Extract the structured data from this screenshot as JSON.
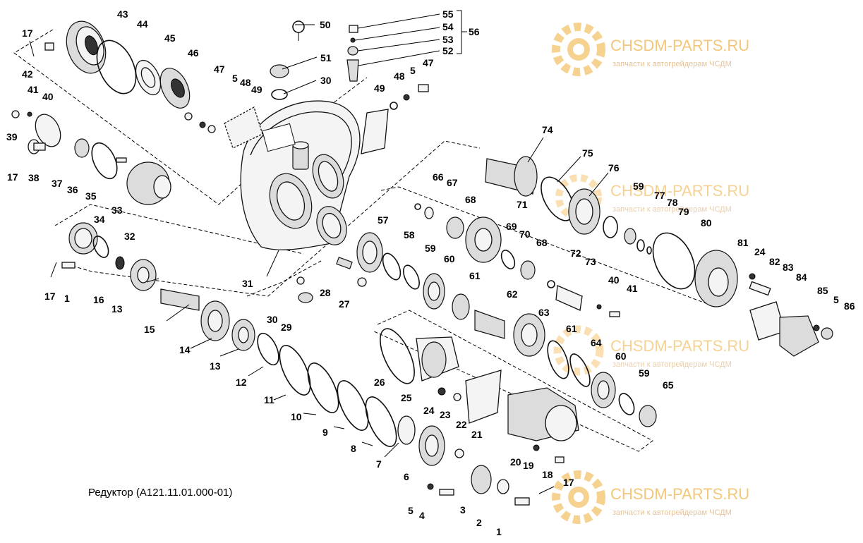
{
  "caption": "Редуктор (А121.11.01.000-01)",
  "watermark": {
    "brand": "CHSDM-PARTS.RU",
    "tagline": "запчасти к автогрейдерам ЧСДМ",
    "brand_color": "#f3c77a",
    "tagline_color": "#e4c39a",
    "logo_color": "#f6d291"
  },
  "labels": {
    "l1a": "1",
    "l1b": "1",
    "l2": "2",
    "l3": "3",
    "l4": "4",
    "l5a": "5",
    "l5b": "5",
    "l5c": "5",
    "l5d": "5",
    "l6": "6",
    "l7": "7",
    "l8": "8",
    "l9": "9",
    "l10": "10",
    "l11": "11",
    "l12": "12",
    "l13a": "13",
    "l13b": "13",
    "l14": "14",
    "l15": "15",
    "l16": "16",
    "l17a": "17",
    "l17b": "17",
    "l17c": "17",
    "l17d": "17",
    "l18": "18",
    "l19": "19",
    "l20": "20",
    "l21": "21",
    "l22": "22",
    "l23": "23",
    "l24a": "24",
    "l24b": "24",
    "l25": "25",
    "l26": "26",
    "l27": "27",
    "l28": "28",
    "l29": "29",
    "l30a": "30",
    "l30b": "30",
    "l31": "31",
    "l32": "32",
    "l33": "33",
    "l34": "34",
    "l35": "35",
    "l36": "36",
    "l37": "37",
    "l38": "38",
    "l39": "39",
    "l40a": "40",
    "l40b": "40",
    "l41a": "41",
    "l41b": "41",
    "l42": "42",
    "l43": "43",
    "l44": "44",
    "l45": "45",
    "l46": "46",
    "l47a": "47",
    "l47b": "47",
    "l48a": "48",
    "l48b": "48",
    "l49a": "49",
    "l49b": "49",
    "l50": "50",
    "l51": "51",
    "l52": "52",
    "l53": "53",
    "l54": "54",
    "l55": "55",
    "l56": "56",
    "l57": "57",
    "l58": "58",
    "l59a": "59",
    "l59b": "59",
    "l59c": "59",
    "l60a": "60",
    "l60b": "60",
    "l61a": "61",
    "l61b": "61",
    "l62": "62",
    "l63": "63",
    "l64": "64",
    "l65": "65",
    "l66": "66",
    "l67": "67",
    "l68a": "68",
    "l68b": "68",
    "l69": "69",
    "l70": "70",
    "l71": "71",
    "l72": "72",
    "l73": "73",
    "l74": "74",
    "l75": "75",
    "l76": "76",
    "l77": "77",
    "l78": "78",
    "l79": "79",
    "l80": "80",
    "l81": "81",
    "l82": "82",
    "l83": "83",
    "l84": "84",
    "l85": "85",
    "l86": "86"
  }
}
